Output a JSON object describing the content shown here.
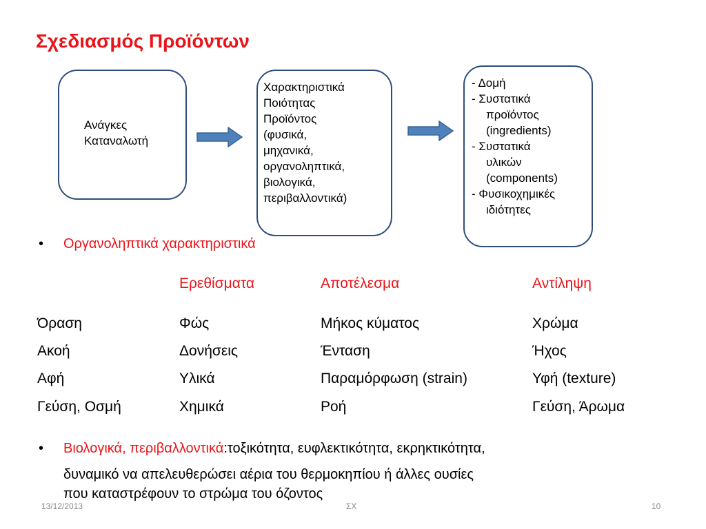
{
  "slide": {
    "title": "Σχεδιασμός Προϊόντων",
    "boxes": [
      {
        "lines": [
          "Ανάγκες",
          "Καταναλωτή"
        ]
      },
      {
        "lines": [
          "Χαρακτηριστικά",
          "Ποιότητας",
          "Προϊόντος",
          "(φυσικά,",
          "μηχανικά,",
          "οργανοληπτικά,",
          "βιολογικά,",
          "περιβαλλοντικά)"
        ]
      },
      {
        "lines": [
          "-  Δομή",
          "-  Συστατικά",
          "προϊόντος",
          "(ingredients)",
          "-  Συστατικά",
          "υλικών",
          "(components)",
          "- Φυσικοχημικές",
          "ιδιότητες"
        ]
      }
    ],
    "bullet1": "Οργανοληπτικά χαρακτηριστικά",
    "table": {
      "headers": [
        "",
        "Ερεθίσματα",
        "Αποτέλεσμα",
        "Αντίληψη"
      ],
      "rows": [
        [
          "Όραση",
          "Φώς",
          "Μήκος κύματος",
          "Χρώμα"
        ],
        [
          "Ακοή",
          "Δονήσεις",
          "Ένταση",
          "Ήχος"
        ],
        [
          "Αφή",
          "Υλικά",
          "Παραμόρφωση (strain)",
          "Υφή (texture)"
        ],
        [
          "Γεύση, Οσμή",
          "Χημικά",
          "Ροή",
          "Γεύση, Άρωμα"
        ]
      ]
    },
    "bullet2": {
      "highlight": "Βιολογικά, περιβαλλοντικά",
      "line1": ":τοξικότητα, ευφλεκτικότητα, εκρηκτικότητα,",
      "line2": "δυναμικό να απελευθερώσει αέρια του θερμοκηπίου ή άλλες ουσίες",
      "line3": "που καταστρέφουν το στρώμα του όζοντος"
    },
    "footer": {
      "date": "13/12/2013",
      "center": "ΣΧ",
      "page": "10"
    },
    "colors": {
      "accent": "#e8141a",
      "box_border": "#2e4d7b",
      "arrow_fill": "#4f81bd"
    }
  }
}
